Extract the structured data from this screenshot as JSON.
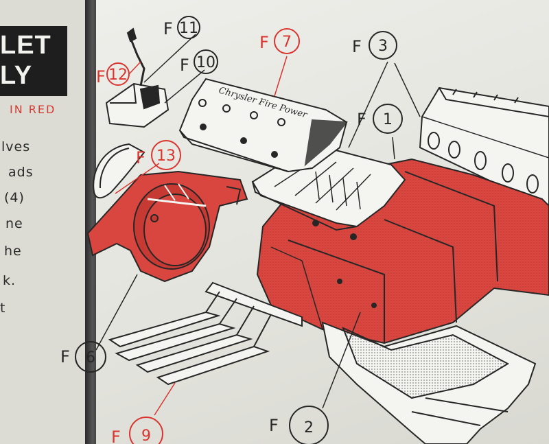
{
  "left_page": {
    "banner_lines": [
      "LET",
      "LY"
    ],
    "color_note": "IN RED",
    "text_fragments": [
      "lves",
      "ads",
      "(4)",
      "ne",
      "he",
      "k.",
      "t"
    ]
  },
  "callouts": {
    "f11": {
      "prefix": "F",
      "number": "11"
    },
    "f12": {
      "prefix": "F",
      "number": "12"
    },
    "f10": {
      "prefix": "F",
      "number": "10"
    },
    "f7": {
      "prefix": "F",
      "number": "7"
    },
    "f3": {
      "prefix": "F",
      "number": "3"
    },
    "f1": {
      "prefix": "F",
      "number": "1"
    },
    "f13": {
      "prefix": "F",
      "number": "13"
    },
    "f6": {
      "prefix": "F",
      "number": "6"
    },
    "f9": {
      "prefix": "F",
      "number": "9"
    },
    "f2": {
      "prefix": "F",
      "number": "2"
    }
  },
  "valve_cover_text": "Chrysler Fire Power",
  "colors": {
    "red_part": "#d8463f",
    "red_label": "#d9342e",
    "ink": "#262626",
    "paper": "#ecece8"
  }
}
